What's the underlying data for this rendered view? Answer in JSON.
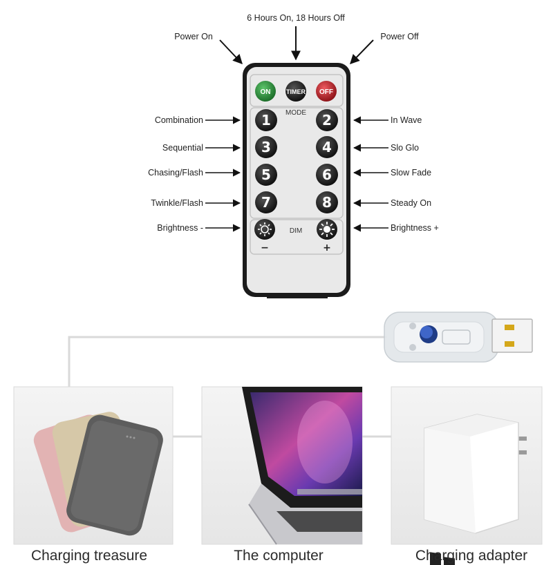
{
  "labels": {
    "timer_top": "6 Hours On, 18 Hours Off",
    "power_on": "Power On",
    "power_off": "Power Off",
    "combination": "Combination",
    "in_wave": "In Wave",
    "sequential": "Sequential",
    "slo_glo": "Slo Glo",
    "chasing_flash": "Chasing/Flash",
    "slow_fade": "Slow Fade",
    "twinkle_flash": "Twinkle/Flash",
    "steady_on": "Steady On",
    "brightness_minus": "Brightness -",
    "brightness_plus": "Brightness +"
  },
  "remote": {
    "on": "ON",
    "timer": "TIMER",
    "off": "OFF",
    "mode": "MODE",
    "dim": "DIM",
    "minus": "−",
    "plus": "+",
    "buttons": [
      "1",
      "2",
      "3",
      "4",
      "5",
      "6",
      "7",
      "8"
    ],
    "colors": {
      "on": "#2e8b3a",
      "timer": "#2b2b2b",
      "off": "#c0252b",
      "mode": "#1e1e1e"
    }
  },
  "captions": {
    "power_bank": "Charging treasure",
    "computer": "The computer",
    "adapter": "Charging adapter"
  },
  "usb": {
    "button_color": "#2c4fa8"
  }
}
